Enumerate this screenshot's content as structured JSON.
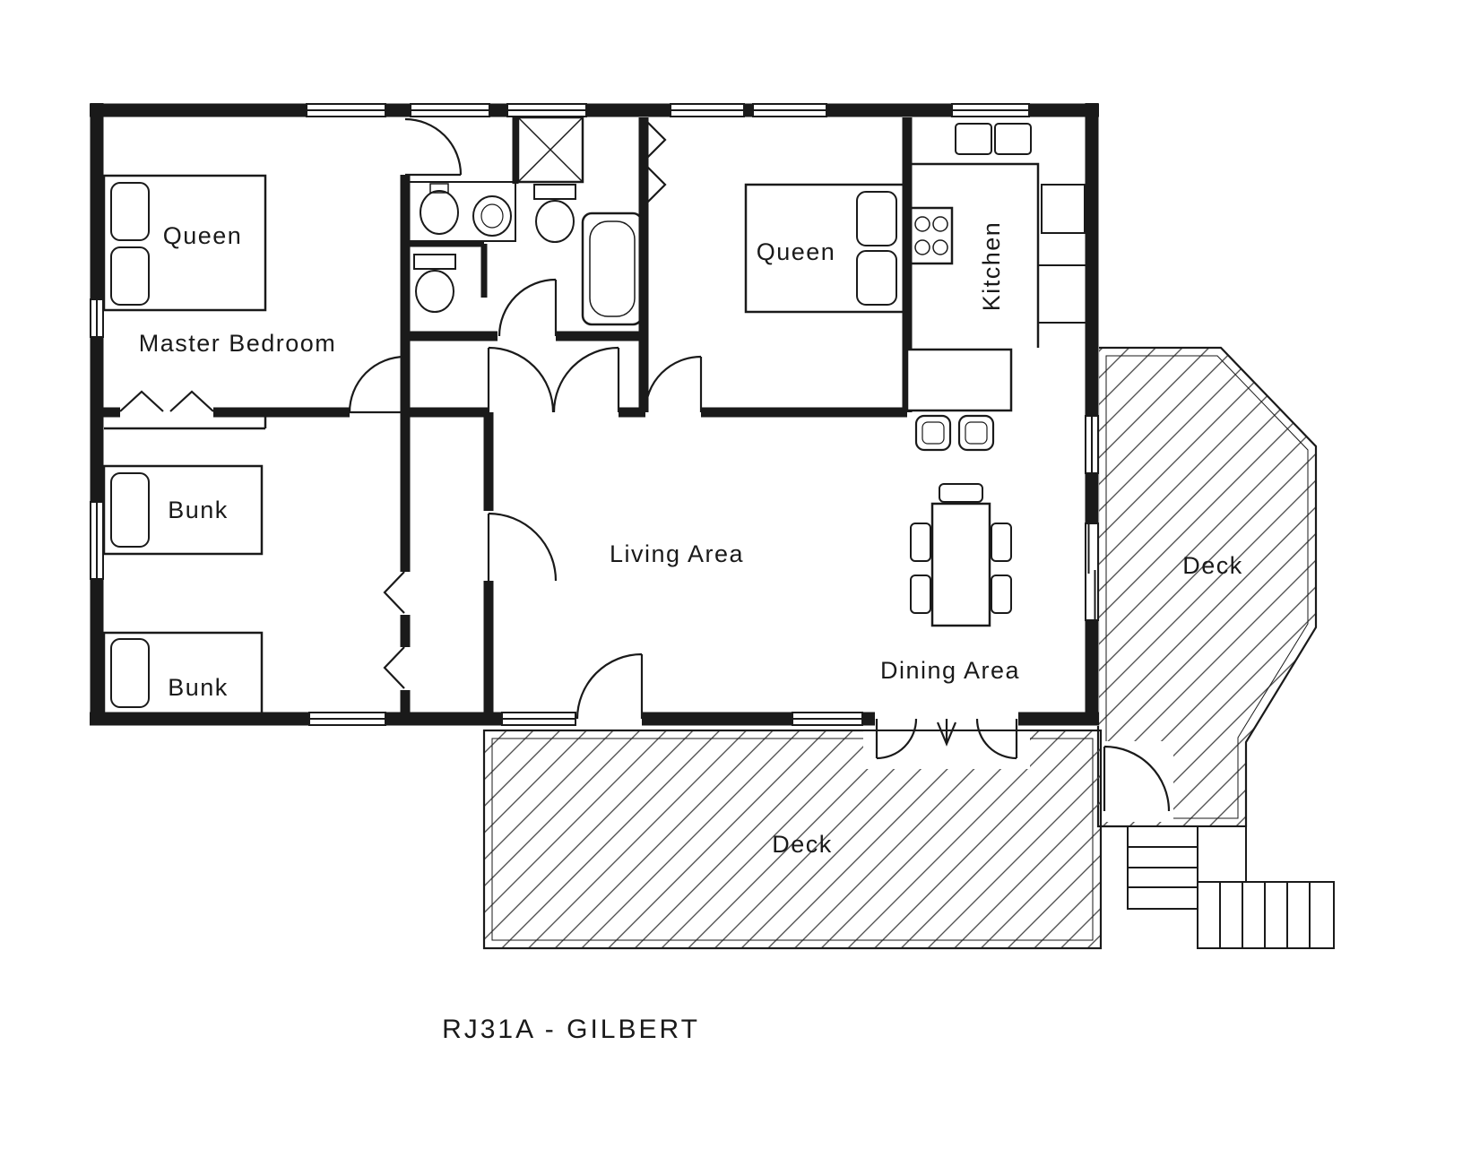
{
  "colors": {
    "ink": "#1a1a1a",
    "background": "#ffffff",
    "hatch_line": "#444444"
  },
  "plan": {
    "title": "RJ31A - GILBERT",
    "labels": {
      "master_bedroom": "Master Bedroom",
      "master_bed": "Queen",
      "bedroom2_bed": "Queen",
      "bunk_upper": "Bunk",
      "bunk_lower": "Bunk",
      "living": "Living Area",
      "dining": "Dining Area",
      "kitchen": "Kitchen",
      "deck_side": "Deck",
      "deck_rear": "Deck"
    }
  }
}
